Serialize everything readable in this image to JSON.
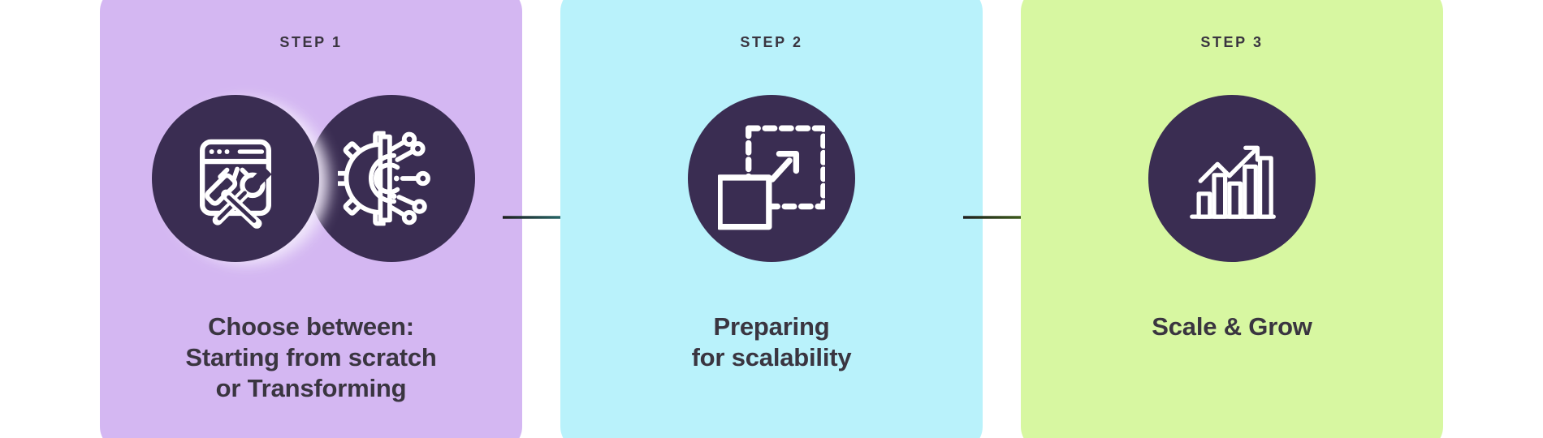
{
  "theme": {
    "background_color": "#ffffff",
    "circle_color": "#3a2d52",
    "text_color": "#3a3540",
    "arrow_line_color": "#1e1e1e"
  },
  "steps": [
    {
      "step_label": "STEP 1",
      "card_color": "#d4b7f2",
      "icons": [
        "browser-code-tools-icon",
        "gear-circuit-icon"
      ],
      "caption_lines": [
        "Choose between:",
        "Starting from scratch",
        "or Transforming"
      ]
    },
    {
      "step_label": "STEP 2",
      "card_color": "#b9f2fb",
      "icons": [
        "scale-expand-icon"
      ],
      "caption_lines": [
        "Preparing",
        "for scalability"
      ]
    },
    {
      "step_label": "STEP 3",
      "card_color": "#d7f7a1",
      "icons": [
        "growth-chart-icon"
      ],
      "caption_lines": [
        "Scale & Grow"
      ]
    }
  ],
  "arrows": [
    {
      "from": "step-1",
      "to": "step-2",
      "head_color": "#2a7f80"
    },
    {
      "from": "step-2",
      "to": "step-3",
      "head_color": "#47711a"
    }
  ]
}
